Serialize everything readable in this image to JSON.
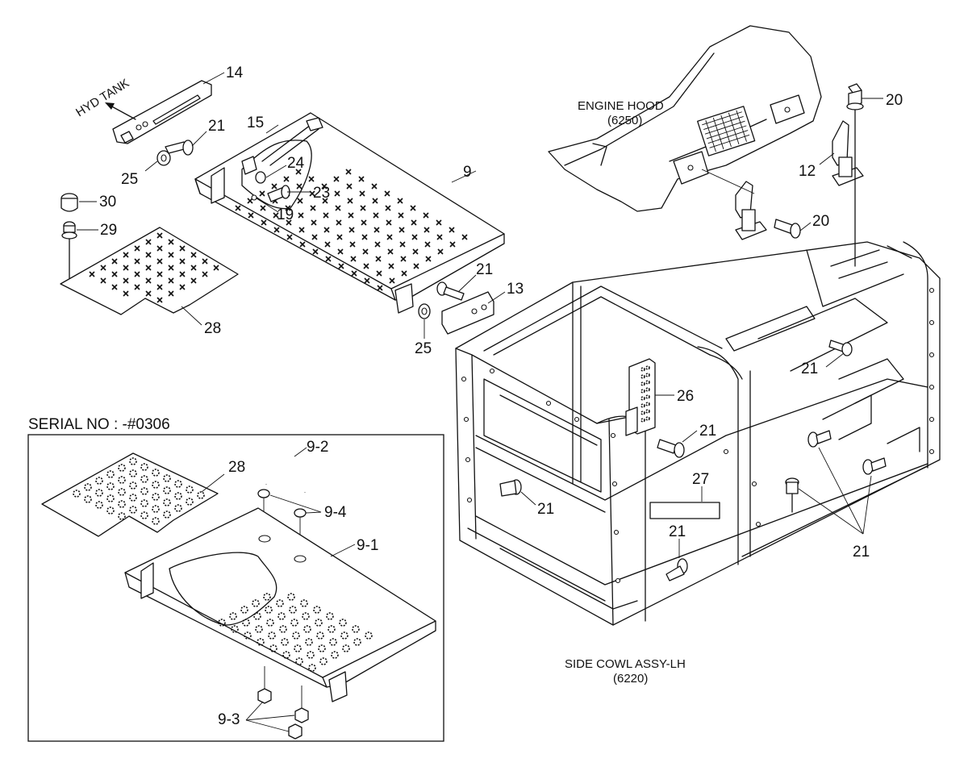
{
  "callouts": {
    "c14": "14",
    "c21a": "21",
    "c15": "15",
    "c25a": "25",
    "c9": "9",
    "c24": "24",
    "c23": "23",
    "c19": "19",
    "c30": "30",
    "c29": "29",
    "c28a": "28",
    "c21b": "21",
    "c13": "13",
    "c25b": "25",
    "c20a": "20",
    "c12": "12",
    "c20b": "20",
    "c21c": "21",
    "c26": "26",
    "c21d": "21",
    "c21e": "21",
    "c27": "27",
    "c21f": "21",
    "c21g": "21",
    "c9_2": "9-2",
    "c28b": "28",
    "c9_4": "9-4",
    "c9_1": "9-1",
    "c9_3": "9-3"
  },
  "captions": {
    "hyd_tank": "HYD TANK",
    "engine_hood": "ENGINE HOOD",
    "engine_hood_code": "(6250)",
    "side_cowl": "SIDE COWL ASSY-LH",
    "side_cowl_code": "(6220)",
    "serial_no": "SERIAL NO : -#0306"
  }
}
